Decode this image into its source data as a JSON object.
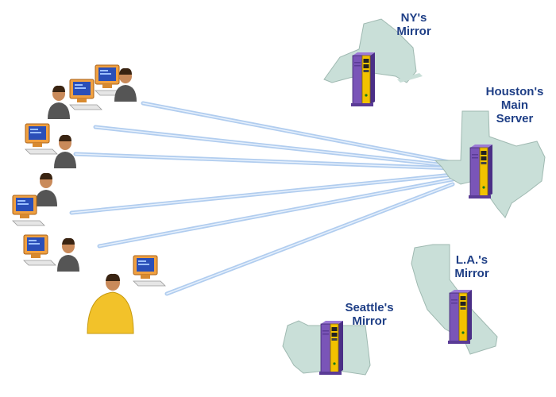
{
  "labels": {
    "ny": [
      "NY's",
      "Mirror"
    ],
    "houston": [
      "Houston's",
      "Main",
      "Server"
    ],
    "la": [
      "L.A.'s",
      "Mirror"
    ],
    "seattle": [
      "Seattle's",
      "Mirror"
    ]
  },
  "icons": {
    "state_map": "state-map-icon",
    "server": "server-tower-icon",
    "workstation": "person-at-computer-icon",
    "connection": "connection-beam"
  },
  "colors": {
    "label_text": "#1f3f86",
    "state_fill": "#c9dfd8",
    "server_purple": "#7a55b8",
    "server_yellow": "#f2c200",
    "connection_line": "#a9c8ee"
  }
}
